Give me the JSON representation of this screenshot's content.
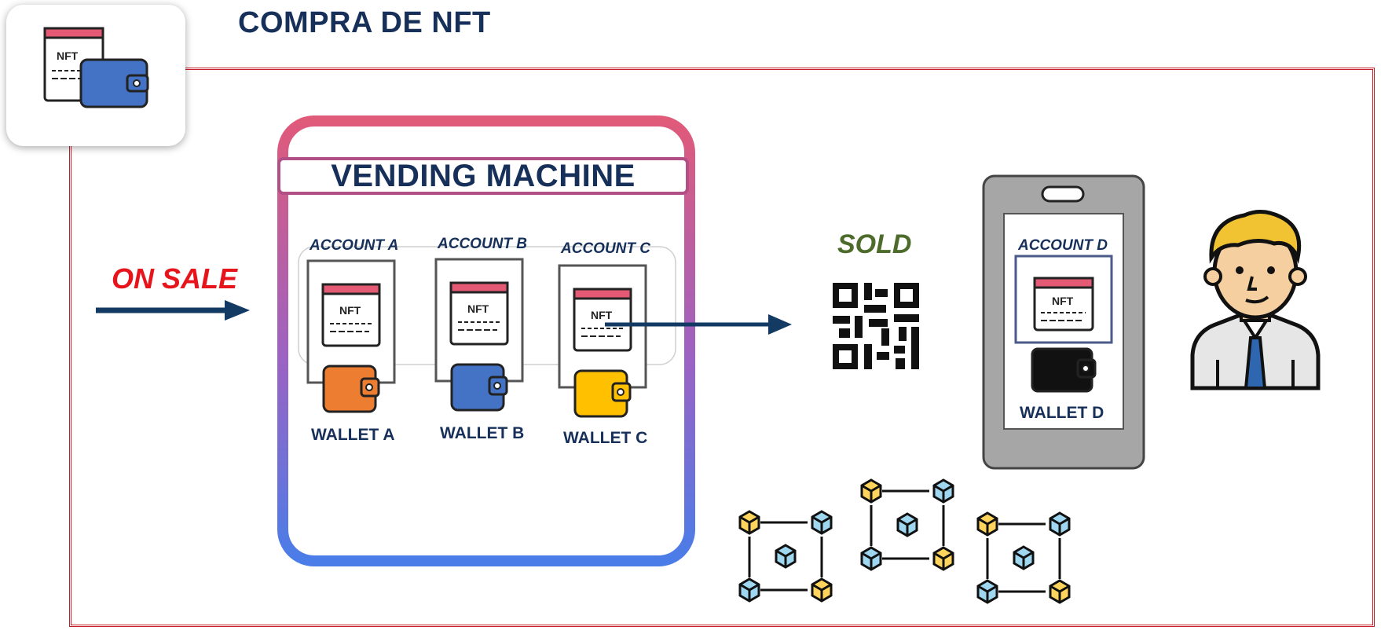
{
  "title": "COMPRA DE NFT",
  "logo": {
    "nft_label": "NFT"
  },
  "on_sale": "ON SALE",
  "vending_machine": {
    "label": "VENDING MACHINE",
    "accounts": [
      {
        "account": "ACCOUNT A",
        "nft": "NFT",
        "wallet": "WALLET A",
        "wallet_color": "#ed7d31"
      },
      {
        "account": "ACCOUNT B",
        "nft": "NFT",
        "wallet": "WALLET B",
        "wallet_color": "#4472c4"
      },
      {
        "account": "ACCOUNT C",
        "nft": "NFT",
        "wallet": "WALLET C",
        "wallet_color": "#ffc000"
      }
    ]
  },
  "sold": "SOLD",
  "phone": {
    "account": "ACCOUNT D",
    "nft": "NFT",
    "wallet": "WALLET D",
    "wallet_color": "#111111"
  },
  "colors": {
    "title": "#17305a",
    "frame": "#c41e2a",
    "on_sale": "#e8141c",
    "sold": "#4d6b2a",
    "arrow": "#123a63",
    "vm_top": "#e05a7a",
    "vm_bottom": "#4a7de8"
  }
}
